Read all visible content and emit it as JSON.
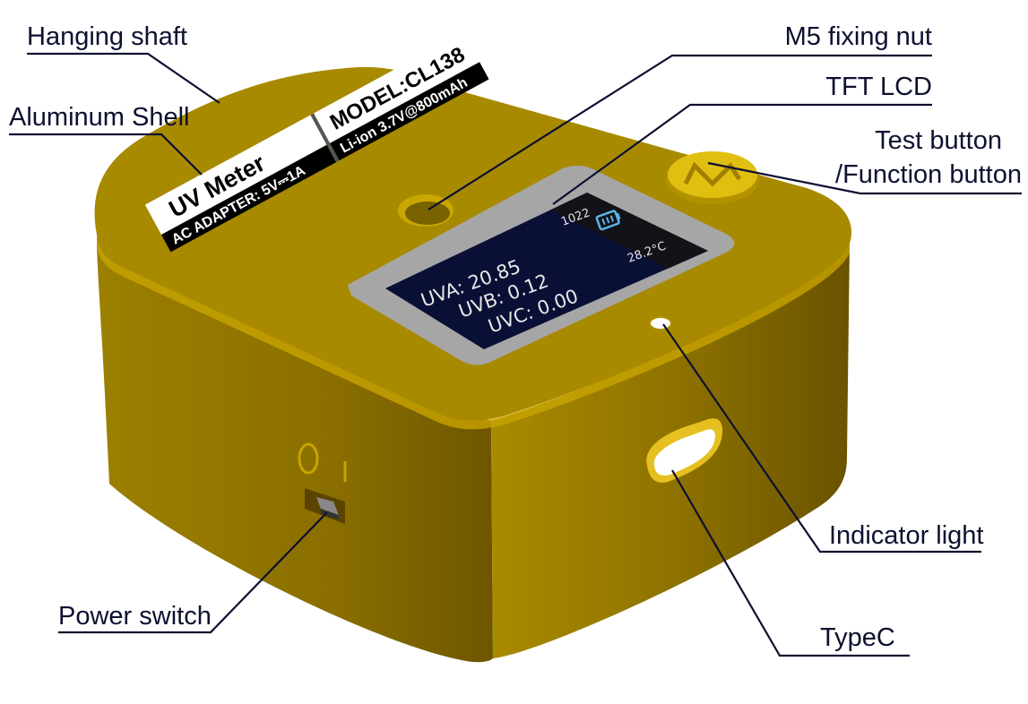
{
  "callouts": {
    "hanging_shaft": "Hanging shaft",
    "aluminum_shell": "Aluminum Shell",
    "m5_fixing_nut": "M5 fixing nut",
    "tft_lcd": "TFT LCD",
    "test_button": "Test button",
    "function_button": "/Function button",
    "indicator_light": "Indicator light",
    "typec": "TypeC",
    "power_switch": "Power switch"
  },
  "device_label": {
    "title": "UV Meter",
    "model": "MODEL:CL138",
    "adapter": "AC ADAPTER: 5V⎓1A",
    "battery": "Li-ion 3.7V@800mAh"
  },
  "lcd": {
    "counter": "1022",
    "temperature": "28.2°C",
    "uva": "UVA: 20.85",
    "uvb": "UVB: 0.12",
    "uvc": "UVC: 0.00"
  },
  "colors": {
    "shell_top": "#a88a00",
    "shell_side": "#8c7000",
    "lcd_bg": "#0a0f36",
    "battery_icon": "#5ab4e6"
  }
}
